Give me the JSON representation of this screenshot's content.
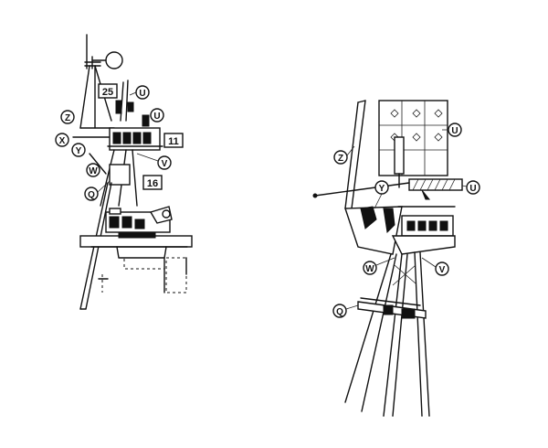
{
  "diagram": {
    "left_view": {
      "labels": {
        "z": "Z",
        "x": "X",
        "y": "Y",
        "w": "W",
        "q": "Q",
        "v": "V",
        "u_top": "U",
        "u_mid": "U",
        "num_25": "25",
        "num_11": "11",
        "num_16": "16"
      }
    },
    "right_view": {
      "labels": {
        "z": "Z",
        "y": "Y",
        "w": "W",
        "v": "V",
        "q": "Q",
        "u_top": "U",
        "u_mid": "U"
      }
    }
  }
}
